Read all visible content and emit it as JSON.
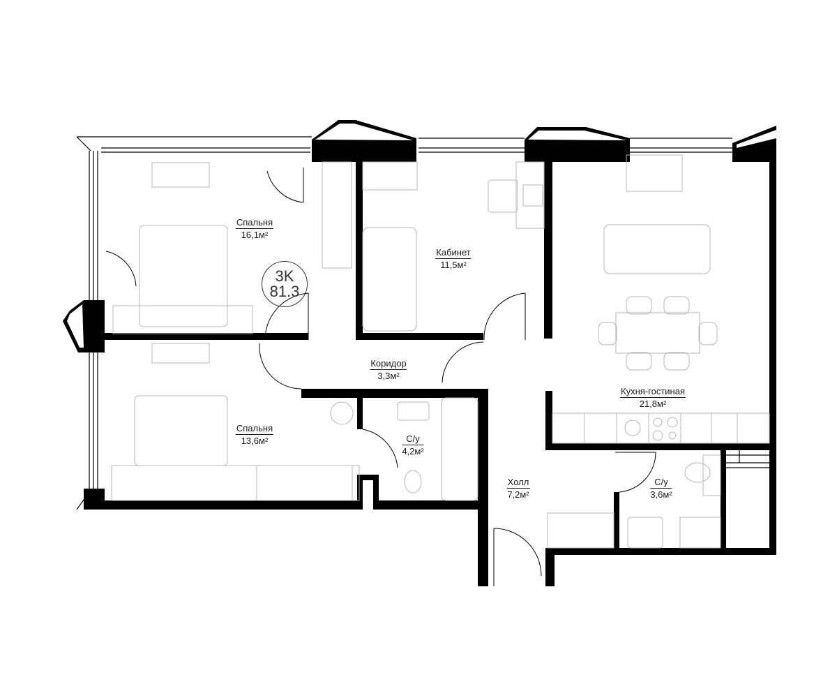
{
  "apartment": {
    "type": "3K",
    "total_area": "81.3"
  },
  "rooms": [
    {
      "name": "Спальня",
      "area": "16,1м²"
    },
    {
      "name": "Кабинет",
      "area": "11,5м²"
    },
    {
      "name": "Коридор",
      "area": "3,3м²"
    },
    {
      "name": "Спальня",
      "area": "13,6м²"
    },
    {
      "name": "С/у",
      "area": "4,2м²"
    },
    {
      "name": "Холл",
      "area": "7,2м²"
    },
    {
      "name": "Кухня-гостиная",
      "area": "21,8м²"
    },
    {
      "name": "С/у",
      "area": "3,6м²"
    }
  ]
}
